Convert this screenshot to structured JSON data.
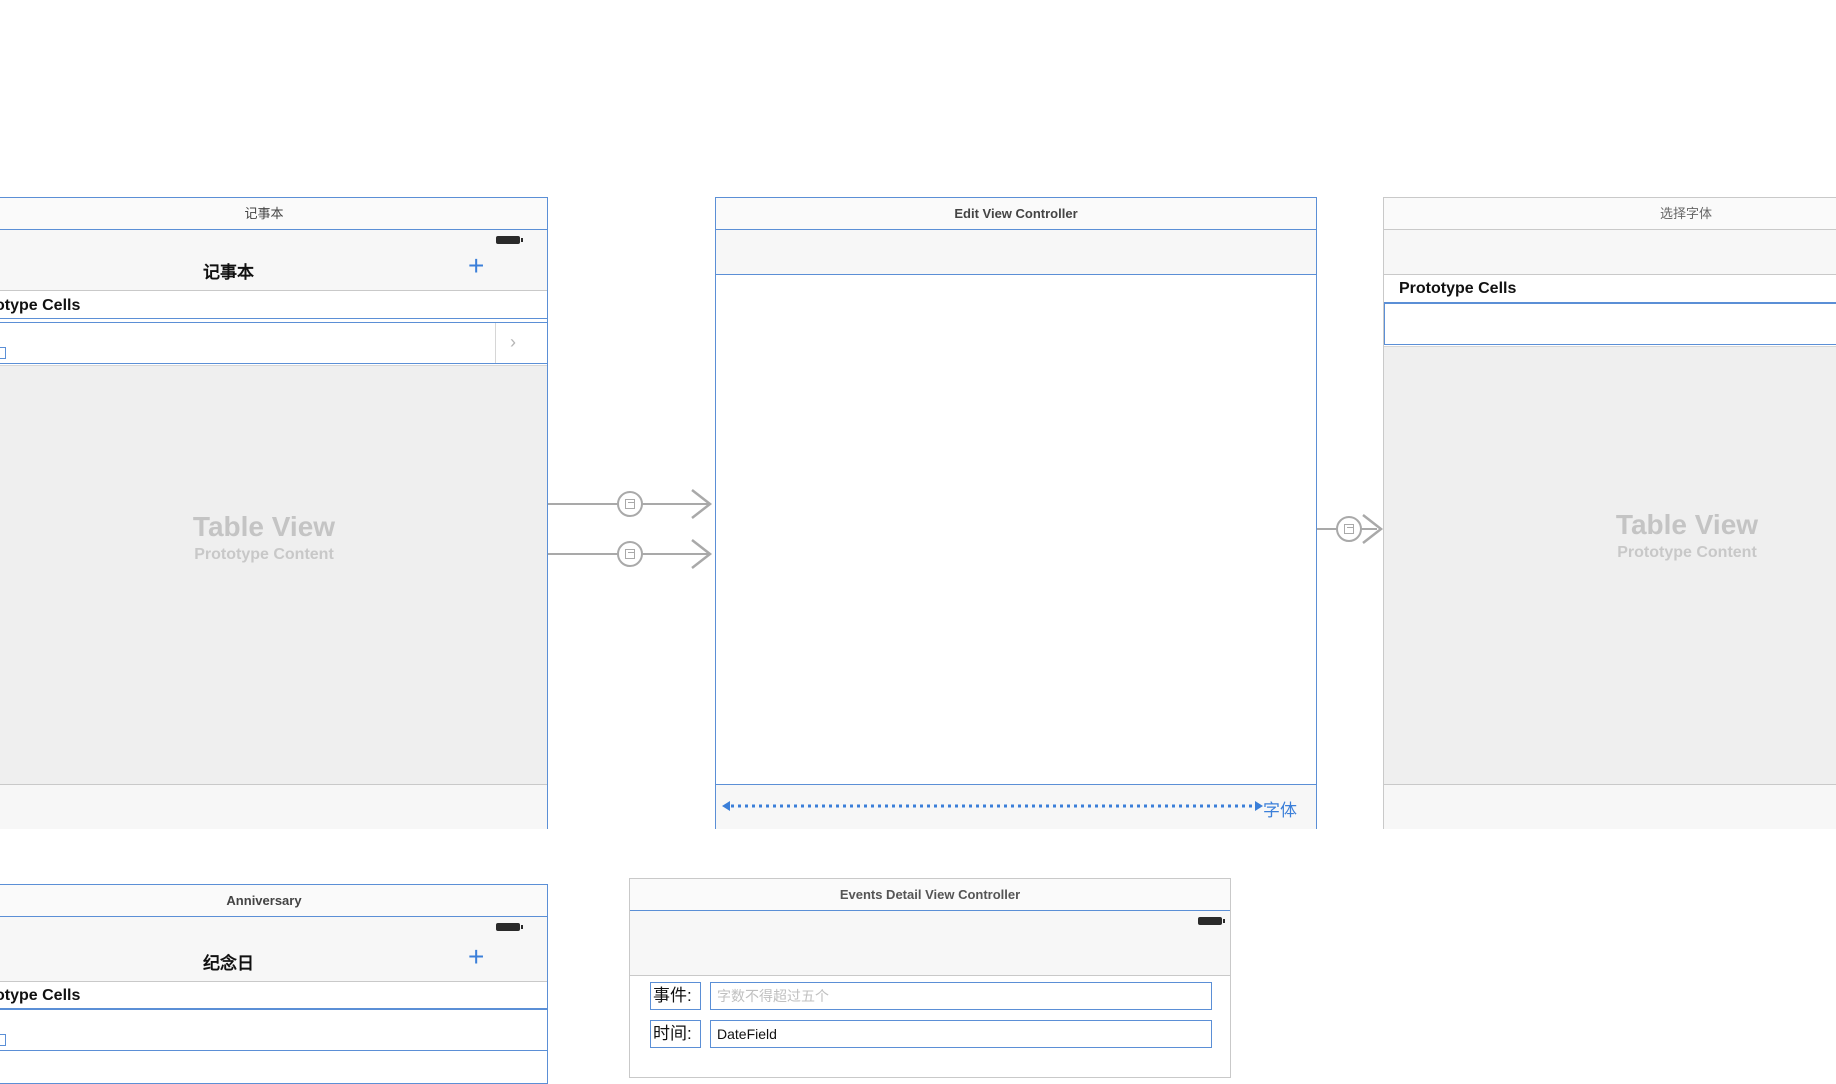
{
  "scenes": {
    "notebook": {
      "title": "记事本",
      "nav_title": "记事本",
      "add_symbol": "+",
      "prototype_header": "Prototype Cells",
      "table_view_title": "Table View",
      "table_view_subtitle": "Prototype Content"
    },
    "edit": {
      "title": "Edit View Controller",
      "font_button": "字体"
    },
    "choose_font": {
      "title": "选择字体",
      "prototype_header": "Prototype Cells",
      "table_view_title": "Table View",
      "table_view_subtitle": "Prototype Content"
    },
    "anniversary": {
      "title": "Anniversary",
      "nav_title": "纪念日",
      "add_symbol": "+",
      "prototype_header": "Prototype Cells"
    },
    "events_detail": {
      "title": "Events Detail View Controller",
      "event_label": "事件:",
      "event_placeholder": "字数不得超过五个",
      "time_label": "时间:",
      "time_value": "DateField"
    }
  },
  "icons": {
    "segue": "segue-icon",
    "battery": "battery-icon",
    "chevron": "chevron-right-icon"
  },
  "colors": {
    "selection_blue": "#5b8fd6",
    "tint_blue": "#3b7fd9",
    "segue_gray": "#a9a9a9",
    "table_bg": "#efefef"
  }
}
